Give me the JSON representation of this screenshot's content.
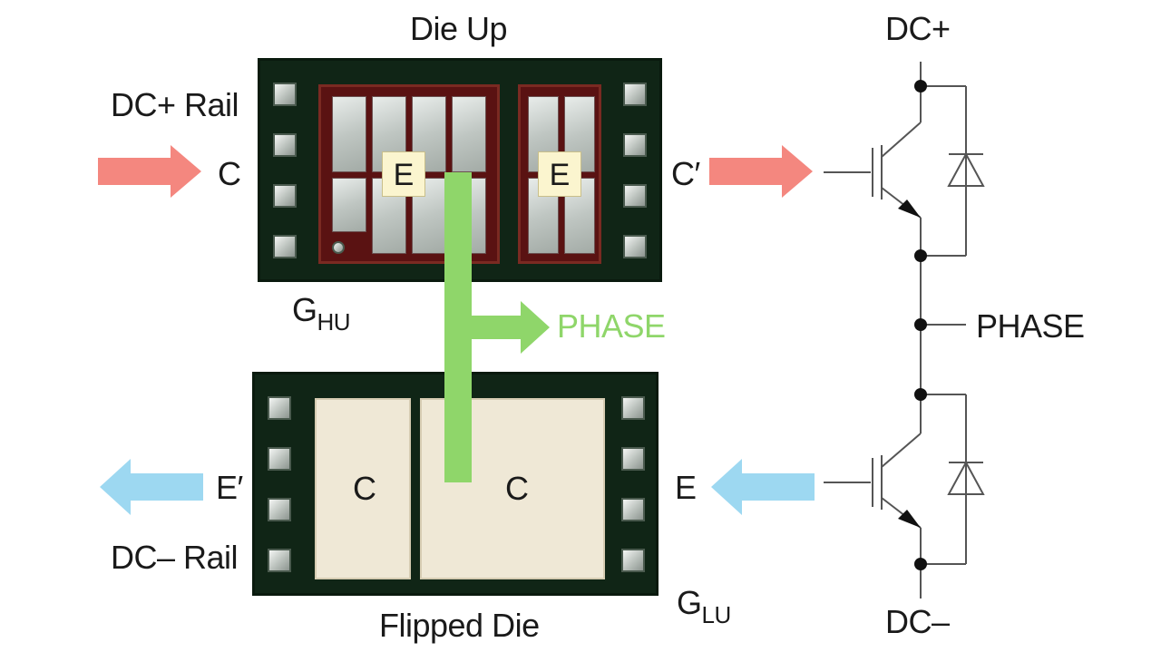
{
  "top_chip": {
    "title": "Die Up",
    "left_label": "DC+ Rail",
    "left_terminal": "C",
    "right_terminal": "C′",
    "emitter_1": "E",
    "emitter_2": "E",
    "gate_main": "G",
    "gate_sub": "HU"
  },
  "phase_arrow_label": "PHASE",
  "bottom_chip": {
    "title": "Flipped Die",
    "left_label": "DC– Rail",
    "left_terminal": "E′",
    "right_terminal": "E",
    "collector_1": "C",
    "collector_2": "C",
    "gate_main": "G",
    "gate_sub": "LU"
  },
  "schematic": {
    "top_label": "DC+",
    "mid_label": "PHASE",
    "bottom_label": "DC–"
  },
  "colors": {
    "dc_plus_arrow": "#f4877f",
    "dc_minus_arrow": "#9dd8f1",
    "phase": "#8fd66a",
    "chip_substrate": "#102516"
  }
}
